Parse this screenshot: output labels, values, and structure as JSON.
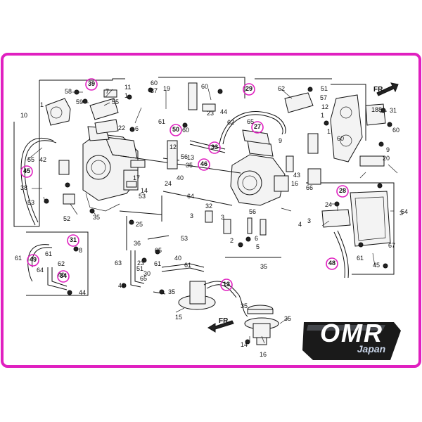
{
  "frame_color": "#e020c0",
  "highlight_color": "#e020c0",
  "logo": {
    "main": "OMR",
    "sub": "Japan",
    "bg": "#1a1a1a",
    "fg": "#ffffff",
    "accent": "#c8d4e8"
  },
  "direction_labels": [
    "FR.",
    "FR."
  ],
  "highlighted_callouts": [
    "39",
    "29",
    "50",
    "27",
    "46",
    "33",
    "45",
    "28",
    "31",
    "49",
    "34",
    "13",
    "48"
  ],
  "callouts": [
    "58",
    "59",
    "7",
    "55",
    "60",
    "1",
    "37",
    "19",
    "60",
    "11",
    "10",
    "1",
    "22",
    "6",
    "60",
    "13",
    "35",
    "44",
    "62",
    "51",
    "57",
    "18",
    "12",
    "1",
    "8",
    "1",
    "60",
    "31",
    "60",
    "9",
    "20",
    "55",
    "38",
    "53",
    "42",
    "52",
    "35",
    "24",
    "64",
    "17",
    "32",
    "14",
    "3",
    "25",
    "53",
    "3",
    "16",
    "66",
    "43",
    "24",
    "3",
    "4",
    "3",
    "2",
    "6",
    "5",
    "67",
    "36",
    "65",
    "53",
    "61",
    "35",
    "63",
    "65",
    "23",
    "51",
    "30",
    "41",
    "35",
    "40",
    "61",
    "61",
    "44",
    "45",
    "61",
    "54",
    "64",
    "8",
    "61",
    "62",
    "40",
    "35",
    "35",
    "15",
    "14",
    "16",
    "23",
    "12",
    "56",
    "40",
    "61",
    "62",
    "56",
    "65",
    "9",
    "58",
    "7"
  ]
}
